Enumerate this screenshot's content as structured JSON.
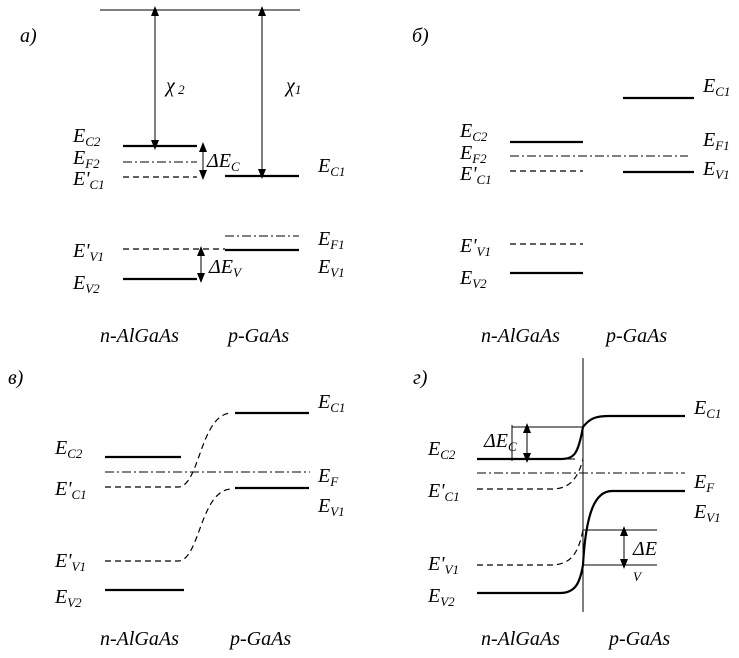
{
  "panels": {
    "a": "а)",
    "b": "б)",
    "v": "в)",
    "g": "г)"
  },
  "materials": {
    "left": "n-AlGaAs",
    "right": "p-GaAs"
  },
  "labels": {
    "chi2": {
      "main": "χ",
      "sub": " 2"
    },
    "chi1": {
      "main": "χ",
      "sub": "1"
    },
    "EC2": {
      "main": "E",
      "sub": "C2"
    },
    "EF2": {
      "main": "E",
      "sub": "F2"
    },
    "EpC1": {
      "main": "E'",
      "sub": "C1"
    },
    "EpV1": {
      "main": "E'",
      "sub": "V1"
    },
    "EV2": {
      "main": "E",
      "sub": "V2"
    },
    "EC1": {
      "main": "E",
      "sub": "C1"
    },
    "EF1": {
      "main": "E",
      "sub": "F1"
    },
    "EV1": {
      "main": "E",
      "sub": "V1"
    },
    "EF": {
      "main": "E",
      "sub": "F"
    },
    "dEC": {
      "main": "ΔE",
      "sub": "C"
    },
    "dEV": {
      "main": "ΔE",
      "sub": "V"
    },
    "dE": {
      "main": "ΔE",
      "sub": "V"
    }
  }
}
